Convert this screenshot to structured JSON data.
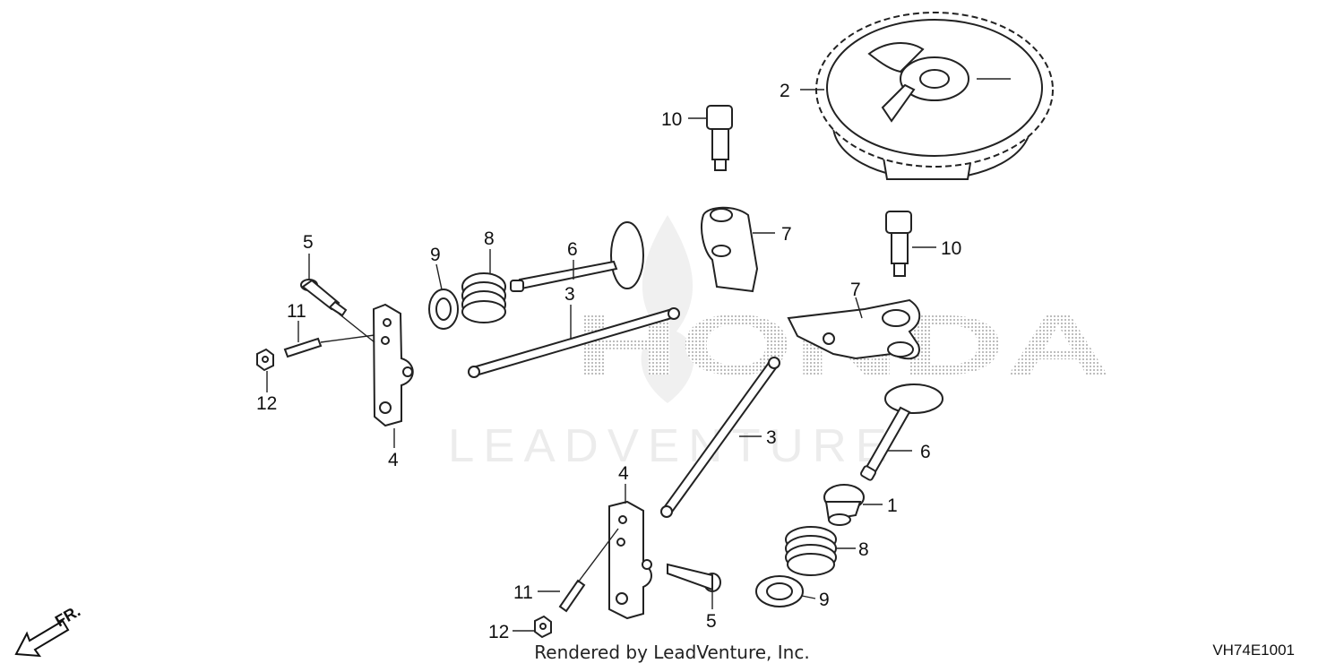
{
  "diagram": {
    "callouts": {
      "gear": "2",
      "bolt_top": "10",
      "bolt_right": "10",
      "holder_top": "7",
      "holder_right": "7",
      "valve_upper": "6",
      "valve_lower": "6",
      "spring_upper": "8",
      "spring_lower": "8",
      "retainer_upper": "9",
      "retainer_lower": "9",
      "pin_left": "5",
      "pin_bottom": "5",
      "stud_left": "11",
      "stud_bottom": "11",
      "nut_left": "12",
      "nut_bottom": "12",
      "arm_left": "4",
      "arm_bottom": "4",
      "rod_upper": "3",
      "rod_lower": "3",
      "seal": "1"
    },
    "direction_label": "FR.",
    "watermark_logo": "HONDA",
    "watermark_text": "LEADVENTURE",
    "footer": "Rendered by LeadVenture, Inc.",
    "diagram_code": "VH74E1001"
  }
}
